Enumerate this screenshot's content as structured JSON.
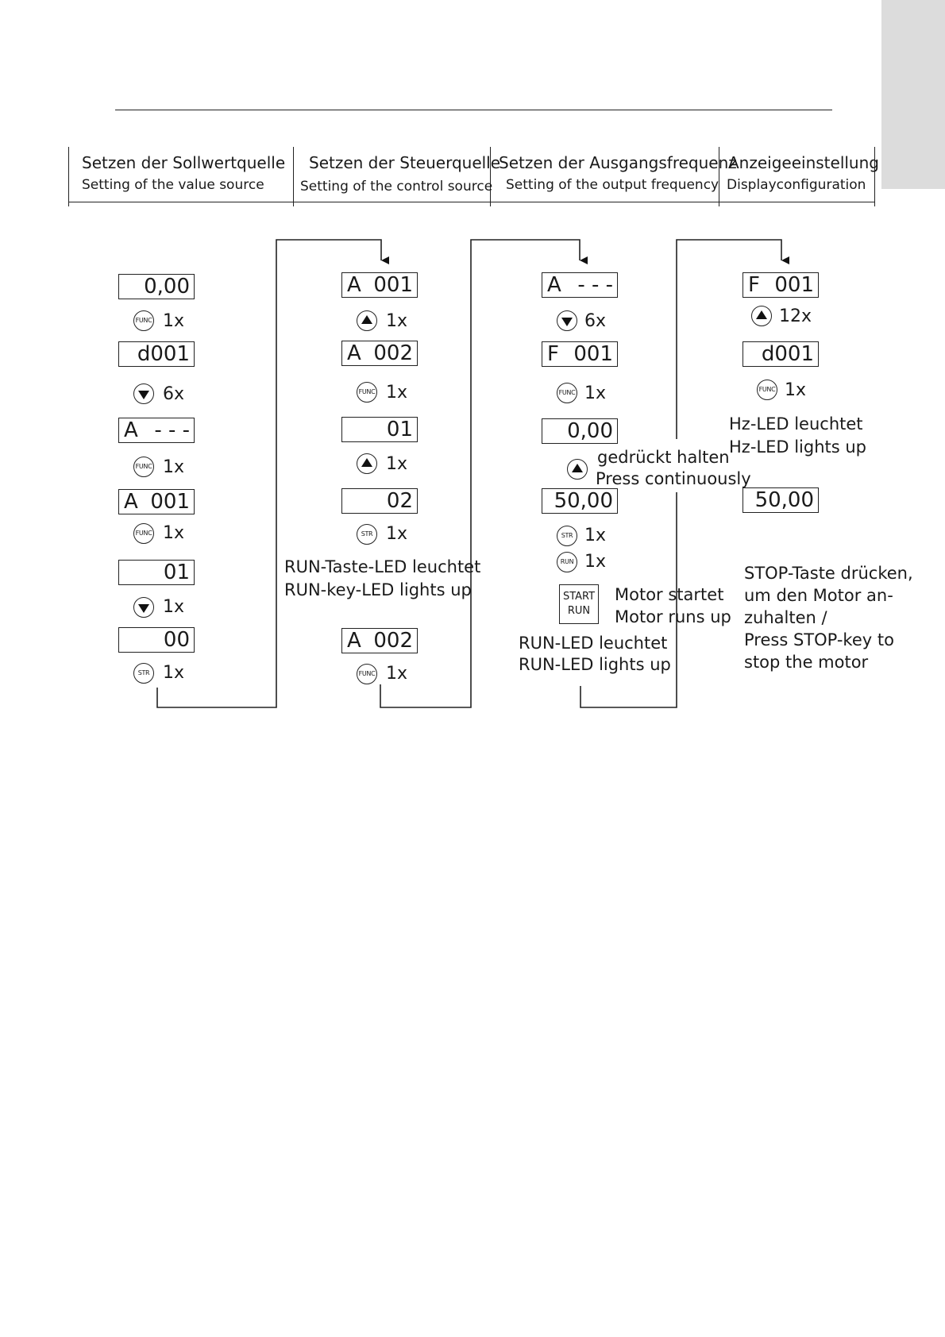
{
  "header": {
    "col1": {
      "de": "Setzen der Sollwertquelle",
      "en": "Setting of the value source"
    },
    "col2": {
      "de": "Setzen der Steuerquelle",
      "en": "Setting of the control source"
    },
    "col3": {
      "de": "Setzen der Ausgangsfrequenz",
      "en": "Setting of the output frequency"
    },
    "col4": {
      "de": "Anzeigeeinstellung",
      "en": "Displayconfiguration"
    }
  },
  "col1": {
    "d1": "0,00",
    "k1": "FUNC",
    "c1": "1x",
    "d2": "d001",
    "c2": "6x",
    "d3l": "A",
    "d3r": "- - -",
    "k3": "FUNC",
    "c3": "1x",
    "d4l": "A",
    "d4r": "001",
    "k4": "FUNC",
    "c4": "1x",
    "d5": "01",
    "c5": "1x",
    "d6": "00",
    "k6": "STR",
    "c6": "1x"
  },
  "col2": {
    "d1l": "A",
    "d1r": "001",
    "c1": "1x",
    "d2l": "A",
    "d2r": "002",
    "k2": "FUNC",
    "c2": "1x",
    "d3": "01",
    "c3": "1x",
    "d4": "02",
    "k4": "STR",
    "c4": "1x",
    "note_de": "RUN-Taste-LED leuchtet",
    "note_en": "RUN-key-LED lights up",
    "d5l": "A",
    "d5r": "002",
    "k5": "FUNC",
    "c5": "1x"
  },
  "col3": {
    "d1l": "A",
    "d1r": "- - -",
    "c1": "6x",
    "d2l": "F",
    "d2r": "001",
    "k2": "FUNC",
    "c2": "1x",
    "d3": "0,00",
    "hold_de": "gedrückt halten",
    "hold_en": "Press continuously",
    "d4": "50,00",
    "k4": "STR",
    "c4": "1x",
    "k5": "RUN",
    "c5": "1x",
    "start": "START",
    "run": "RUN",
    "motor_de": "Motor startet",
    "motor_en": "Motor runs up",
    "led_de": "RUN-LED leuchtet",
    "led_en": "RUN-LED lights up"
  },
  "col4": {
    "d1l": "F",
    "d1r": "001",
    "c1": "12x",
    "d2": "d001",
    "k2": "FUNC",
    "c2": "1x",
    "hz_de": "Hz-LED leuchtet",
    "hz_en": "Hz-LED lights up",
    "d3": "50,00",
    "stop1": "STOP-Taste drücken,",
    "stop2": "um den Motor an-",
    "stop3": "zuhalten /",
    "stop4": "Press STOP-key to",
    "stop5": "stop the motor"
  }
}
